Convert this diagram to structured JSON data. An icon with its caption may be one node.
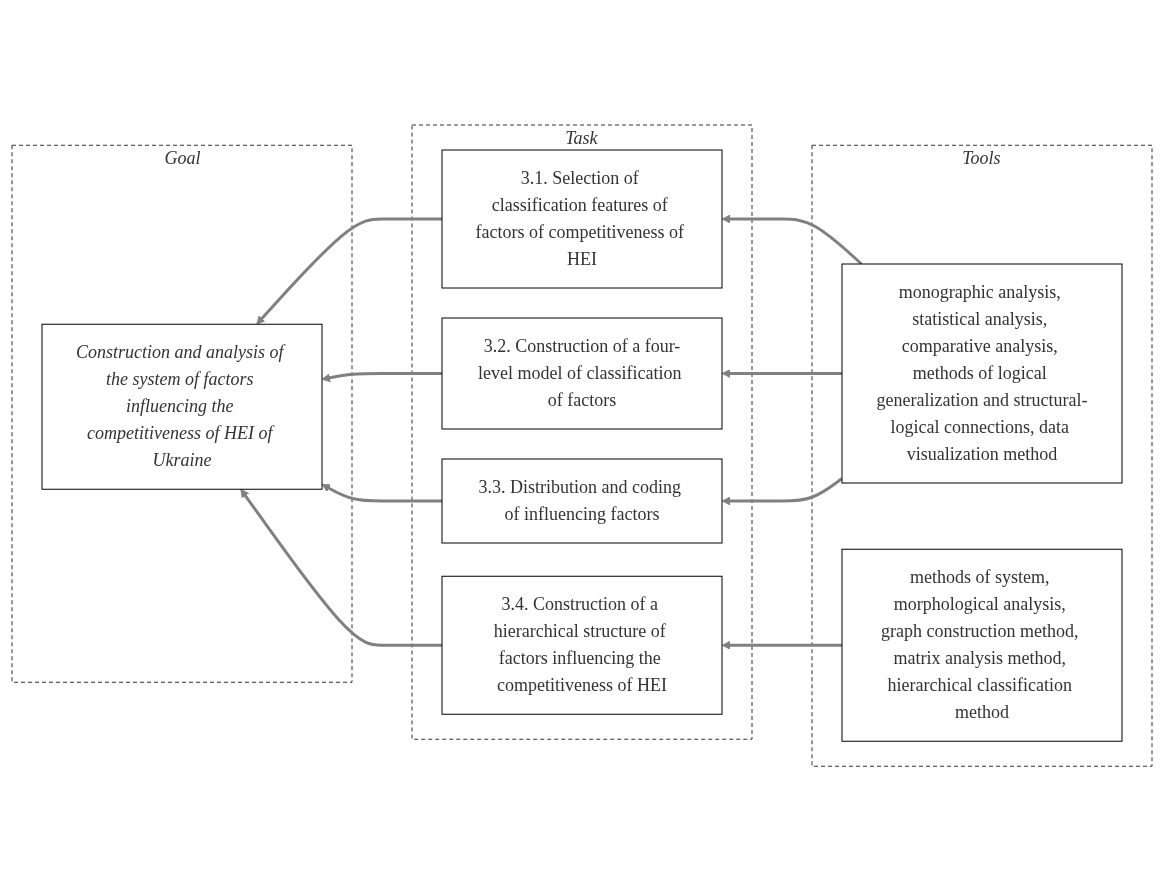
{
  "diagram": {
    "nodes": [
      {
        "text": [
          "Goal"
        ]
      },
      {
        "text": [
          "Construction and analysis of the system of factors influencing the competitiveness of HEI of Ukraine"
        ],
        "in": 0
      },
      {
        "text": [
          "Task"
        ]
      },
      {
        "text": [
          "3.1. Selection of classification features of factors of competitiveness of HEI"
        ],
        "in": 2
      },
      {
        "text": [
          "3.2. Construction of a four-level model of classification of factors"
        ],
        "in": 2
      },
      {
        "text": [
          "3.3. Distribution and coding of influencing factors"
        ],
        "in": 2
      },
      {
        "text": [
          "3.4. Construction of a hierarchical structure of factors influencing the competitiveness of HEI"
        ],
        "in": 2
      },
      {
        "text": [
          "Tools"
        ]
      },
      {
        "text": [
          "monographic analysis, statistical analysis, comparative analysis, methods of logical generalization and structural-logical connections, data visualization method"
        ],
        "in": 7
      },
      {
        "text": [
          "methods of system, morphological analysis, graph construction method, matrix analysis method, hierarchical classification method"
        ],
        "in": 7
      }
    ],
    "edges": [
      {
        "from": 3,
        "to": 1,
        "arrow": "to"
      },
      {
        "from": 4,
        "to": 1,
        "arrow": "to"
      },
      {
        "from": 5,
        "to": 1,
        "arrow": "to"
      },
      {
        "from": 6,
        "to": 1,
        "arrow": "to"
      },
      {
        "from": 8,
        "to": 3,
        "arrow": "to"
      },
      {
        "from": 8,
        "to": 4,
        "arrow": "to"
      },
      {
        "from": 8,
        "to": 5,
        "arrow": "to"
      },
      {
        "from": 9,
        "to": 6,
        "arrow": "to"
      }
    ]
  }
}
